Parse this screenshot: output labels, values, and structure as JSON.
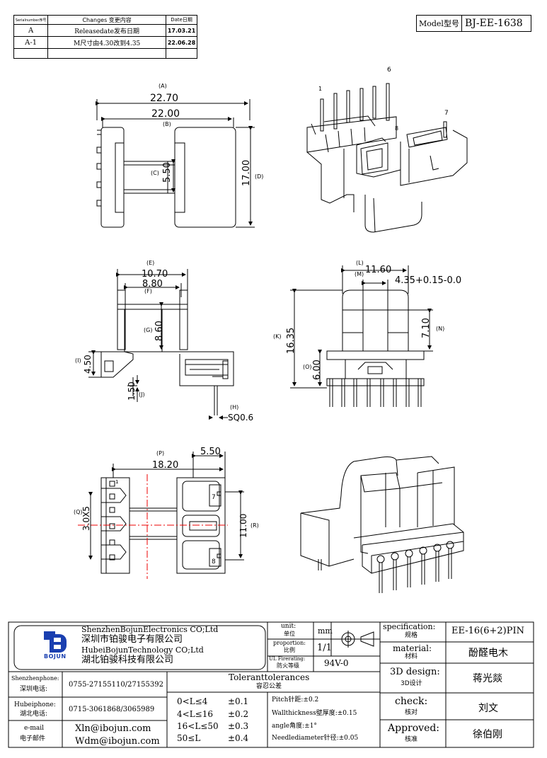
{
  "revision_table": {
    "headers": [
      "Serialnumber序号",
      "Changes 变更内容",
      "Date日期"
    ],
    "rows": [
      [
        "A",
        "Releasedate发布日期",
        "17.03.21"
      ],
      [
        "A-1",
        "M尺寸由4.30改到4.35",
        "22.06.28"
      ],
      [
        "",
        "",
        ""
      ]
    ]
  },
  "model": {
    "label": "Model型号",
    "value": "BJ-EE-1638"
  },
  "view1": {
    "dims": [
      "(A)",
      "22.70",
      "22.00",
      "(B)",
      "(C)",
      "5.50",
      "17.00",
      "(D)"
    ]
  },
  "view_iso_top": {
    "pins": [
      "1",
      "6",
      "7",
      "8"
    ]
  },
  "view2": {
    "dims": [
      "(E)",
      "10.70",
      "8.80",
      "(F)",
      "(G)",
      "8.60",
      "(I)",
      "4.50",
      "1.50",
      "(J)",
      "(H)",
      "SQ0.6"
    ]
  },
  "view3": {
    "dims": [
      "(L)",
      "11.60",
      "(M)",
      "4.35+0.15-0.0",
      "7.10",
      "(N)",
      "(K)",
      "16.35",
      "(O)",
      "6.00"
    ]
  },
  "view4": {
    "dims": [
      "(P)",
      "5.50",
      "18.20",
      "(Q)",
      "3.0X5",
      "11.00",
      "(R)"
    ],
    "pins": [
      "1",
      "7",
      "8"
    ]
  },
  "title_block": {
    "company": [
      "ShenzhenBojunElectronics CO;Ltd",
      "深圳市铂骏电子有限公司",
      "HubeiBojunTechnology CO;Ltd",
      "湖北铂骏科技有限公司"
    ],
    "logo_text": "BOJUN",
    "unit_label": [
      "unit:",
      "单位"
    ],
    "unit_value": "mm",
    "proportion_label": [
      "proportion:",
      "比例"
    ],
    "proportion_value": "1/1",
    "ul_label": [
      "UL Firerating:",
      "防火等级"
    ],
    "ul_value": "94V-0",
    "spec_label": [
      "specification:",
      "规格"
    ],
    "spec_value": "EE-16(6+2)PIN",
    "material_label": [
      "material:",
      "材料"
    ],
    "material_value": "酚醛电木",
    "design_label": [
      "3D design:",
      "3D设计"
    ],
    "design_value": "蒋光燚",
    "check_label": [
      "check:",
      "核对"
    ],
    "check_value": "刘文",
    "approved_label": [
      "Approved:",
      "核准"
    ],
    "approved_value": "徐伯刚",
    "shenzhen_label": [
      "Shenzhenphone:",
      "深圳电话:"
    ],
    "shenzhen_phone": "0755-27155110/27155392",
    "hubei_label": [
      "Hubeiphone:",
      "湖北电话:"
    ],
    "hubei_phone": "0715-3061868/3065989",
    "email_label": [
      "e-mail",
      "电子邮件"
    ],
    "emails": [
      "Xln@ibojun.com",
      "Wdm@ibojun.com"
    ],
    "tolerance_title": [
      "Toleranttolerances",
      "容忍公差"
    ],
    "tolerances": [
      [
        "0<L≤4",
        "±0.1"
      ],
      [
        "4<L≤16",
        "±0.2"
      ],
      [
        "16<L≤50",
        "±0.3"
      ],
      [
        "50≤L",
        "±0.4"
      ]
    ],
    "notes": [
      "Pitch针距:±0.2",
      "Wallthickness壁厚度:±0.15",
      "angle角度:±1°",
      "Needlediameter针径:±0.05"
    ]
  }
}
